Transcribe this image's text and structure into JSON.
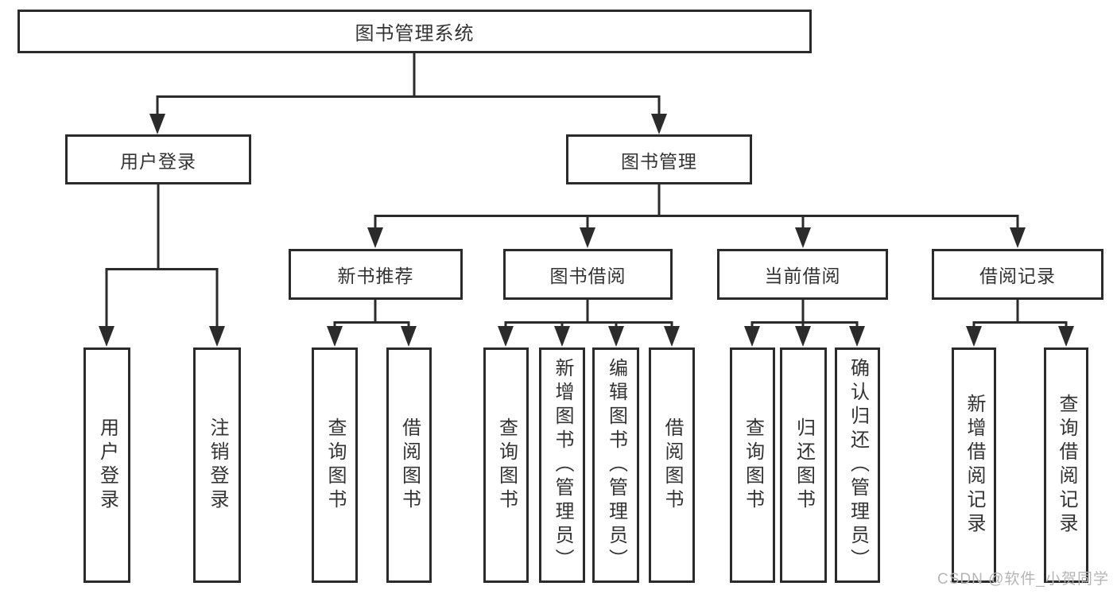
{
  "diagram": {
    "root": {
      "label": "图书管理系统"
    },
    "level1": [
      {
        "label": "用户登录",
        "children": [
          {
            "label": "用户登录"
          },
          {
            "label": "注销登录"
          }
        ]
      },
      {
        "label": "图书管理",
        "children": [
          {
            "label": "新书推荐",
            "children": [
              {
                "label": "查询图书"
              },
              {
                "label": "借阅图书"
              }
            ]
          },
          {
            "label": "图书借阅",
            "children": [
              {
                "label": "查询图书"
              },
              {
                "label": "新增图书（管理员）"
              },
              {
                "label": "编辑图书（管理员）"
              },
              {
                "label": "借阅图书"
              }
            ]
          },
          {
            "label": "当前借阅",
            "children": [
              {
                "label": "查询图书"
              },
              {
                "label": "归还图书"
              },
              {
                "label": "确认归还（管理员）"
              }
            ]
          },
          {
            "label": "借阅记录",
            "children": [
              {
                "label": "新增借阅记录"
              },
              {
                "label": "查询借阅记录"
              }
            ]
          }
        ]
      }
    ]
  },
  "watermark": {
    "text": "CSDN @软件_小贺同学"
  },
  "colors": {
    "line": "#2b2b2b",
    "box_border": "#2b2b2b",
    "text": "#333333",
    "watermark": "#b5b5b5",
    "background": "#ffffff"
  }
}
